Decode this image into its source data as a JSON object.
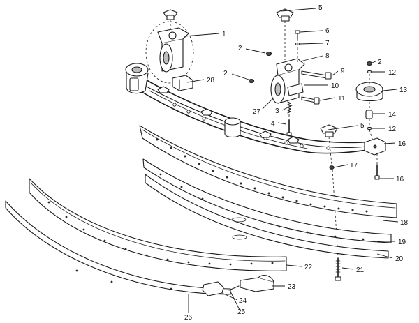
{
  "callouts": {
    "c1": "1",
    "c2a": "2",
    "c2b": "2",
    "c2c": "2",
    "c3": "3",
    "c4": "4",
    "c5a": "5",
    "c5b": "5",
    "c6": "6",
    "c7": "7",
    "c8": "8",
    "c9": "9",
    "c10": "10",
    "c11": "11",
    "c12a": "12",
    "c12b": "12",
    "c13": "13",
    "c14": "14",
    "c16a": "16",
    "c16b": "16",
    "c17": "17",
    "c18": "18",
    "c19": "19",
    "c20": "20",
    "c21": "21",
    "c22": "22",
    "c23": "23",
    "c24": "24",
    "c25": "25",
    "c26": "26",
    "c27": "27",
    "c28": "28"
  }
}
